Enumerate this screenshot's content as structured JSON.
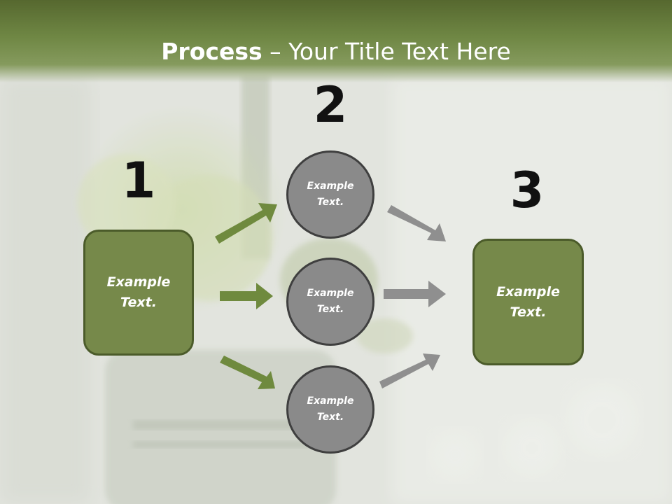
{
  "title": {
    "bold": "Process",
    "rest": " – Your Title Text Here"
  },
  "steps": [
    {
      "number": "1"
    },
    {
      "number": "2"
    },
    {
      "number": "3"
    }
  ],
  "left_box": {
    "line1": "Example",
    "line2": "Text."
  },
  "circles": [
    {
      "line1": "Example",
      "line2": "Text."
    },
    {
      "line1": "Example",
      "line2": "Text."
    },
    {
      "line1": "Example",
      "line2": "Text."
    }
  ],
  "right_box": {
    "line1": "Example",
    "line2": "Text."
  },
  "colors": {
    "header": "#6f8744",
    "box": "#76894a",
    "circle": "#8a8a8a",
    "arrow_green": "#6f8a3e",
    "arrow_gray": "#8f8f8f"
  }
}
